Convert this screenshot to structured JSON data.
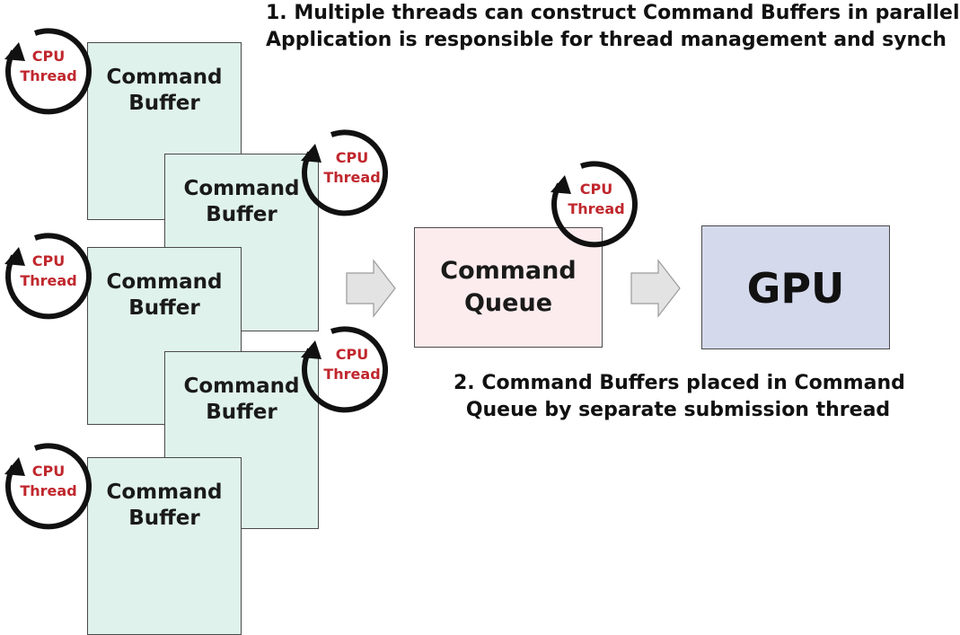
{
  "captions": {
    "line1": "1. Multiple threads can construct Command Buffers in parallel",
    "line2": "Application is responsible for thread management and synch",
    "line3": "2. Command Buffers placed in Command",
    "line4": "Queue by separate submission thread"
  },
  "command_buffers": [
    {
      "line1": "Command",
      "line2": "Buffer"
    },
    {
      "line1": "Command",
      "line2": "Buffer"
    },
    {
      "line1": "Command",
      "line2": "Buffer"
    },
    {
      "line1": "Command",
      "line2": "Buffer"
    },
    {
      "line1": "Command",
      "line2": "Buffer"
    }
  ],
  "cpu_thread": {
    "line1": "CPU",
    "line2": "Thread"
  },
  "queue": {
    "line1": "Command",
    "line2": "Queue"
  },
  "gpu": {
    "label": "GPU"
  },
  "colors": {
    "buffer_fill": "#e0f2ec",
    "queue_fill": "#fcecee",
    "gpu_fill": "#d5d9ec",
    "thread_label": "#c0272d",
    "arrow_fill": "#e3e3e3"
  }
}
